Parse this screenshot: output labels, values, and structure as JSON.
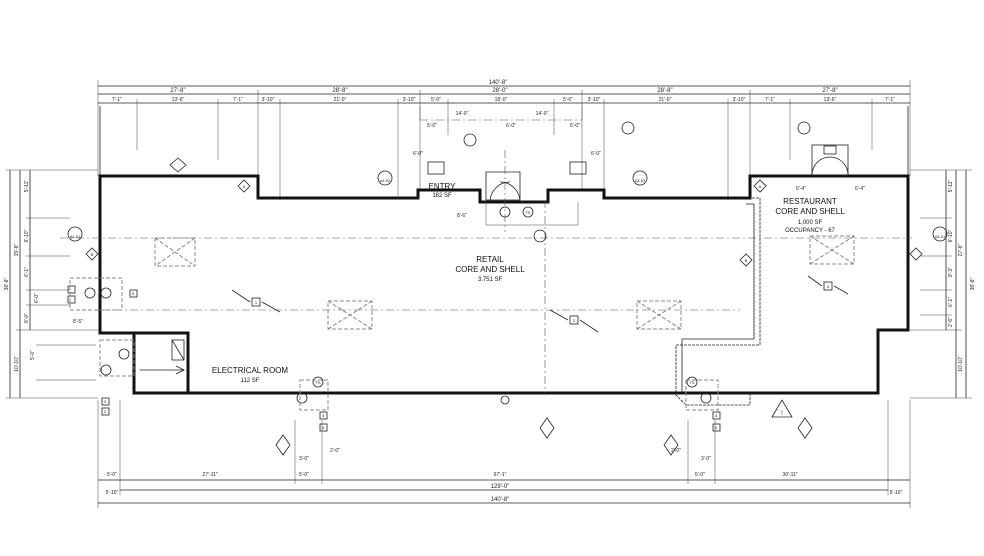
{
  "dimensions": {
    "overall_top": "140'-8\"",
    "top_left": "27'-8\"",
    "top_mid_left": "28'-8\"",
    "top_mid": "28'-0\"",
    "top_mid_right": "28'-8\"",
    "top_right": "27'-8\"",
    "sub_left_a": "7'-1\"",
    "sub_left_b": "13'-6\"",
    "sub_left_c": "7'-1\"",
    "sub_ml_a": "3'-10\"",
    "sub_ml_b": "21'-0\"",
    "sub_ml_c": "3'-10\"",
    "sub_mid_a": "5'-0\"",
    "sub_mid_b": "18'-0\"",
    "sub_mid_c": "5'-0\"",
    "sub_mr_a": "3'-10\"",
    "sub_mr_b": "21'-0\"",
    "sub_mr_c": "3'-10\"",
    "sub_right_a": "7'-1\"",
    "sub_right_b": "13'-6\"",
    "sub_right_c": "7'-1\"",
    "entry_inner_left": "14'-0\"",
    "entry_inner_right": "14'-0\"",
    "entry_door": "6'-0\"",
    "entry_width": "8'-6\"",
    "entry_small_a": "5'-0\"",
    "entry_small_b": "5'-0\"",
    "entry_small_c": "6'-0\"",
    "entry_small_d": "6'-0\"",
    "left_overall": "38'-8\"",
    "left_top": "5'-11\"",
    "left_a": "15'-8\"",
    "left_b": "6'-10\"",
    "left_c": "6'-1\"",
    "left_d": "6'-0\"",
    "left_e": "5'-0\"",
    "left_f": "8'-0\"",
    "left_lower": "10'-10\"",
    "left_g": "8'-5\"",
    "right_overall": "38'-8\"",
    "right_top": "5'-11\"",
    "right_a": "27'-8\"",
    "right_b": "6'-10\"",
    "right_c": "8'-3\"",
    "right_d": "6'-1\"",
    "right_e": "2'-6\"",
    "right_lower": "10'-10\"",
    "bottom_a": "27'-11\"",
    "bottom_b": "67'-1\"",
    "bottom_c": "30'-11\"",
    "bottom_left_small": "5'-0\"",
    "bottom_left_tiny": "5'-10\"",
    "bottom_mid_small": "5'-0\"",
    "bottom_right_small": "5'-0\"",
    "bottom_right_tiny": "5'-10\"",
    "bottom_total_inner": "129'-0\"",
    "bottom_total_outer": "140'-8\"",
    "rest_dim_a": "6'-4\"",
    "rest_dim_b": "6'-4\"",
    "lower_small_a": "2'-0\"",
    "lower_small_b": "2'-0\"",
    "lower_small_c": "3'-0\"",
    "lower_small_d": "3'-0\""
  },
  "rooms": {
    "entry": {
      "name": "ENTRY",
      "area": "182 SF"
    },
    "retail": {
      "name_line1": "RETAIL",
      "name_line2": "CORE AND SHELL",
      "area": "3,751 SF"
    },
    "restaurant": {
      "name_line1": "RESTAURANT",
      "name_line2": "CORE AND SHELL",
      "area": "1,000 SF",
      "occupancy": "OCCUPANCY - 67"
    },
    "electrical": {
      "name": "ELECTRICAL ROOM",
      "area": "112 SF"
    }
  },
  "tags": {
    "section_a": "A4.02",
    "section_b": "A4.01",
    "ts": "TS",
    "door_b": "B",
    "door_a": "A",
    "note_1": "1",
    "note_2": "2",
    "note_3": "3",
    "note_4": "4",
    "wall_5": "5",
    "warning": "!"
  },
  "colors": {
    "line": "#111111",
    "dim": "#222222",
    "fixture": "#888888",
    "background": "#ffffff"
  }
}
